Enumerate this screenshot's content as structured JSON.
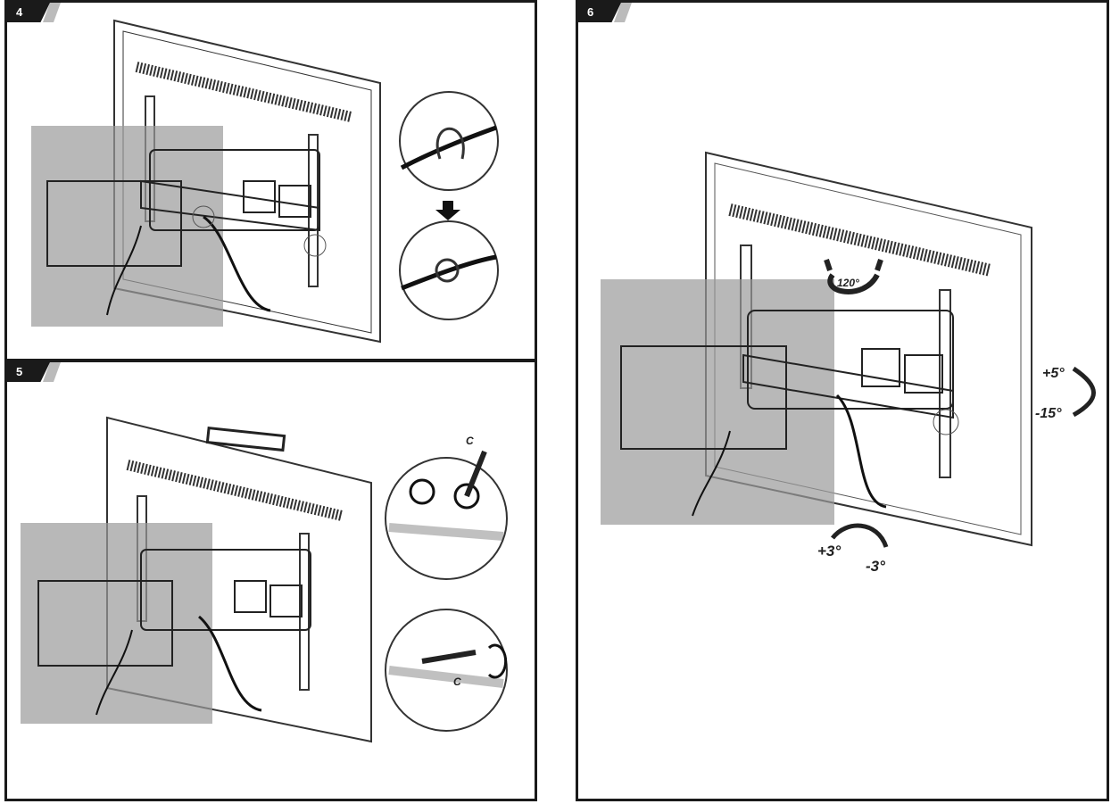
{
  "steps": [
    {
      "number": "4"
    },
    {
      "number": "5",
      "wrench_labels": [
        "C",
        "C"
      ]
    },
    {
      "number": "6",
      "angles": {
        "swivel": "120°",
        "tilt_up": "+5°",
        "tilt_down": "-15°",
        "level_plus": "+3°",
        "level_minus": "-3°"
      }
    }
  ],
  "colors": {
    "frame": "#1a1a1a",
    "wall": "#9a9a9a"
  }
}
